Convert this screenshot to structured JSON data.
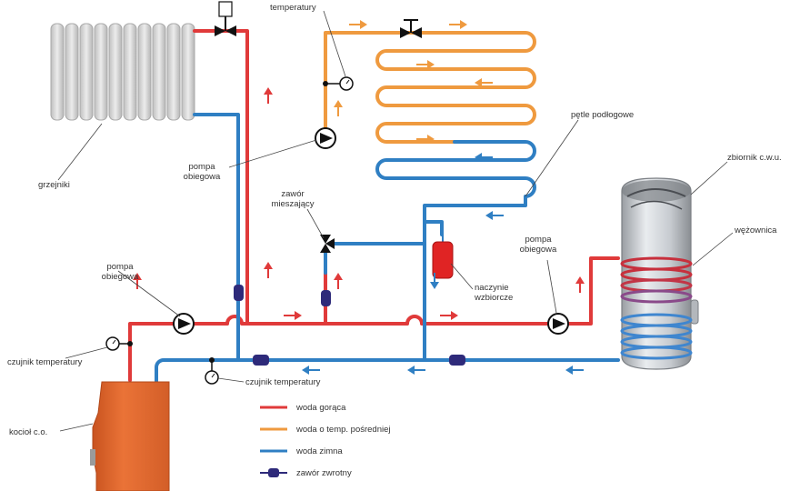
{
  "colors": {
    "hot": "#e03a3a",
    "intermediate": "#ef9a3f",
    "cold": "#2f7fc3",
    "check_valve": "#2e2a7a",
    "boiler": "#e0662c",
    "expansion_vessel": "#e02424",
    "radiator": "#d6d6d6"
  },
  "labels": {
    "sensor_top": "temperatury",
    "radiators": "grzejniki",
    "pump_upper": "pompa\nobiegowa",
    "mixing_valve": "zawór\nmieszający",
    "floor_loops": "pętle podłogowe",
    "tank": "zbiornik c.w.u.",
    "coil": "wężownica",
    "pump_right": "pompa\nobiegowa",
    "expansion_vessel": "naczynie\nwzbiorcze",
    "pump_left": "pompa\nobiegowa",
    "sensor_left": "czujnik temperatury",
    "sensor_bottom": "czujnik temperatury",
    "boiler": "kocioł c.o."
  },
  "legend": [
    {
      "id": "hot",
      "label": "woda gorąca",
      "color": "#e03a3a",
      "kind": "line"
    },
    {
      "id": "intermediate",
      "label": "woda o temp. pośredniej",
      "color": "#ef9a3f",
      "kind": "line"
    },
    {
      "id": "cold",
      "label": "woda zimna",
      "color": "#2f7fc3",
      "kind": "line"
    },
    {
      "id": "check_valve",
      "label": "zawór zwrotny",
      "color": "#2e2a7a",
      "kind": "valve"
    }
  ]
}
